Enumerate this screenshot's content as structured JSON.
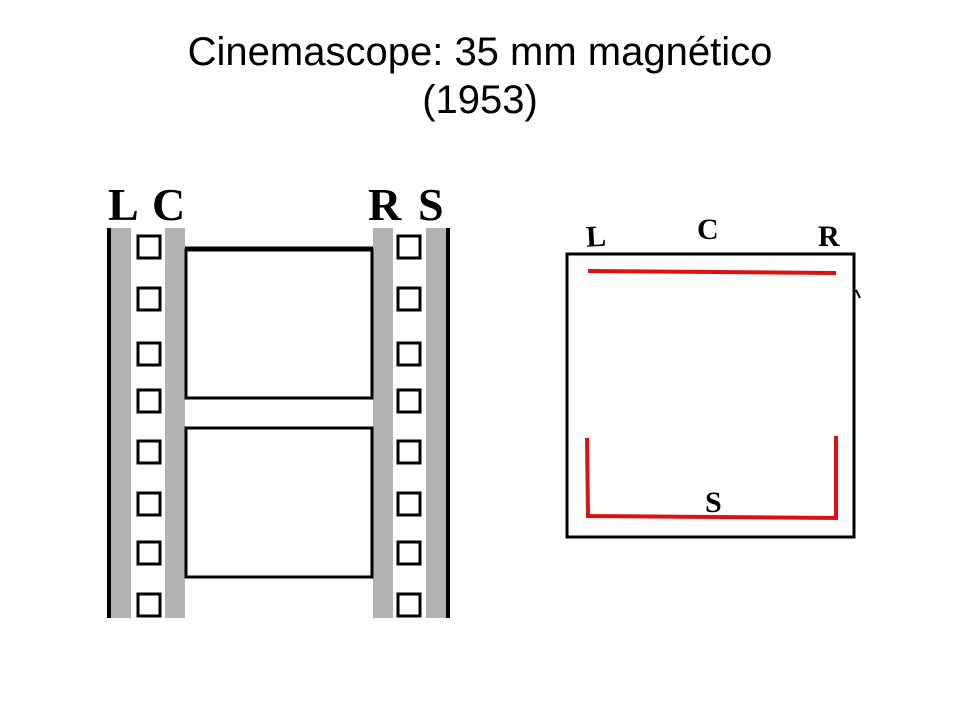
{
  "title": {
    "line1": "Cinemascope: 35 mm magnético",
    "line2": "(1953)"
  },
  "film_strip": {
    "track_labels": [
      "L",
      "C",
      "R",
      "S"
    ],
    "frame_count": 2,
    "sprocket_holes_per_side": 8
  },
  "speaker_layout": {
    "top_labels": [
      "L",
      "C",
      "R"
    ],
    "bottom_label": "S"
  },
  "colors": {
    "track_gray": "#b3b3b3",
    "speaker_red": "#dd1111",
    "outline": "#000000"
  }
}
